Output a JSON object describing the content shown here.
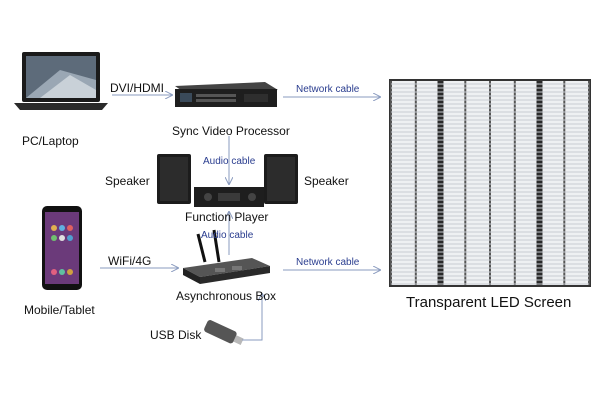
{
  "devices": {
    "pc": "PC/Laptop",
    "mobile": "Mobile/Tablet",
    "sync_processor": "Sync Video Processor",
    "function_player": "Function Player",
    "speaker_left": "Speaker",
    "speaker_right": "Speaker",
    "async_box": "Asynchronous Box",
    "usb_disk": "USB Disk",
    "led_screen": "Transparent LED Screen"
  },
  "connections": {
    "dvi_hdmi": "DVI/HDMI",
    "wifi_4g": "WiFi/4G",
    "network_top": "Network cable",
    "network_bottom": "Network cable",
    "audio_top": "Audio cable",
    "audio_bottom": "Audio cable"
  },
  "colors": {
    "arrow": "#8a9bbf",
    "cable_label": "#2a3d8f",
    "device_dark": "#1e1e1e"
  }
}
